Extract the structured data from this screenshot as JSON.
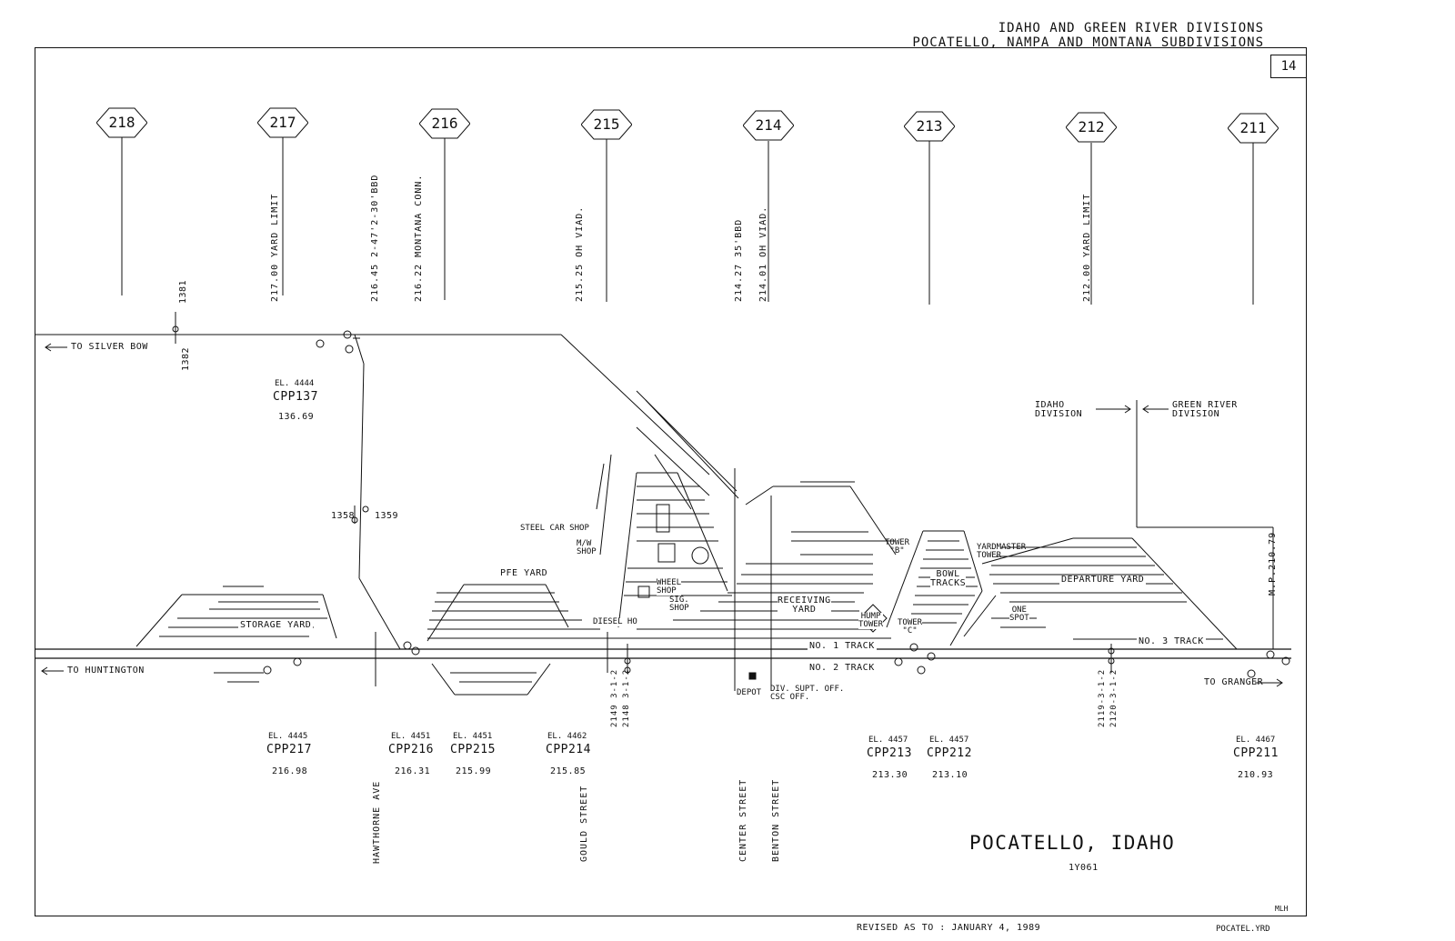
{
  "header": {
    "line1": "IDAHO AND GREEN RIVER DIVISIONS",
    "line2": "POCATELLO, NAMPA AND MONTANA SUBDIVISIONS",
    "page_number": "14"
  },
  "mileposts": [
    "218",
    "217",
    "216",
    "215",
    "214",
    "213",
    "212",
    "211"
  ],
  "vertical_labels": {
    "yard_limit_217": "217.00 YARD LIMIT",
    "bbd_216_45": "216.45 2-47'2-30'BBD",
    "montana_conn": "216.22 MONTANA CONN.",
    "oh_viad_215": "215.25 OH VIAD.",
    "bbd_214_27": "214.27 35'BBD",
    "oh_viad_214": "214.01 OH VIAD.",
    "yard_limit_212": "212.00 YARD LIMIT",
    "mp_210_79": "M.P.210.79",
    "hawthorne": "HAWTHORNE AVE",
    "gould": "GOULD STREET",
    "center": "CENTER STREET",
    "benton": "BENTON STREET",
    "sig_2149_a": "2149 3-1-2",
    "sig_2148": "2148 3-1-2",
    "sig_2119": "2119-3-1-2",
    "sig_2120": "2120-3-1-2"
  },
  "directions": {
    "silver_bow": "TO SILVER BOW",
    "huntington": "TO HUNTINGTON",
    "granger": "TO GRANGER"
  },
  "signals": {
    "s1381": "1381",
    "s1382": "1382",
    "s1358": "1358",
    "s1359": "1359"
  },
  "cpp137": {
    "el": "EL. 4444",
    "name": "CPP137",
    "mp": "136.69"
  },
  "division": {
    "idaho": "IDAHO\nDIVISION",
    "green_river": "GREEN RIVER\nDIVISION"
  },
  "yard_labels": {
    "storage_yard": "STORAGE YARD",
    "pfe_yard": "PFE YARD",
    "steel_car_shop": "STEEL CAR SHOP",
    "mw_shop": "M/W\nSHOP",
    "wheel_shop": "WHEEL\nSHOP",
    "sig_shop": "SIG.\nSHOP",
    "diesel_ho": "DIESEL HO",
    "receiving_yard": "RECEIVING\nYARD",
    "tower_b": "TOWER\n\"B\"",
    "yardmaster_tower": "YARDMASTER\nTOWER",
    "bowl_tracks": "BOWL\nTRACKS",
    "departure_yard": "DEPARTURE YARD",
    "one_spot": "ONE\nSPOT",
    "hump_tower": "HUMP\nTOWER",
    "tower_c": "TOWER\n\"C\"",
    "no1_track": "NO. 1 TRACK",
    "no2_track": "NO. 2 TRACK",
    "no3_track": "NO. 3 TRACK",
    "depot": "DEPOT",
    "div_supt": "DIV. SUPT. OFF.\nCSC OFF."
  },
  "control_points": [
    {
      "el": "EL. 4445",
      "name": "CPP217",
      "mp": "216.98"
    },
    {
      "el": "EL. 4451",
      "name": "CPP216",
      "mp": "216.31"
    },
    {
      "el": "EL. 4451",
      "name": "CPP215",
      "mp": "215.99"
    },
    {
      "el": "EL. 4462",
      "name": "CPP214",
      "mp": "215.85"
    },
    {
      "el": "EL. 4457",
      "name": "CPP213",
      "mp": "213.30"
    },
    {
      "el": "EL. 4457",
      "name": "CPP212",
      "mp": "213.10"
    },
    {
      "el": "EL. 4467",
      "name": "CPP211",
      "mp": "210.93"
    }
  ],
  "title": {
    "place": "POCATELLO, IDAHO",
    "code": "1Y061"
  },
  "footer": {
    "initials": "MLH",
    "revised": "REVISED AS TO : JANUARY 4, 1989",
    "file": "POCATEL.YRD"
  }
}
